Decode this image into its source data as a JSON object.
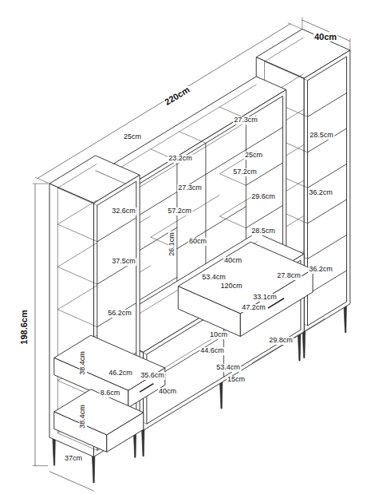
{
  "diagram": {
    "labels": [
      "220cm",
      "40cm",
      "25cm",
      "198.6cm",
      "37cm",
      "32.6cm",
      "37.5cm",
      "56.2cm",
      "38.4cm",
      "38.4cm",
      "46.2cm",
      "35.6cm",
      "8.6cm",
      "23.2cm",
      "27.3cm",
      "28.5cm",
      "27.3cm",
      "25cm",
      "57.2cm",
      "57.2cm",
      "29.6cm",
      "36.2cm",
      "26.1cm",
      "60cm",
      "28.5cm",
      "40cm",
      "53.4cm",
      "120cm",
      "27.8cm",
      "36.2cm",
      "33.1cm",
      "47.2cm",
      "10cm",
      "44.6cm",
      "29.8cm",
      "53.4cm",
      "15cm",
      "40cm"
    ]
  }
}
